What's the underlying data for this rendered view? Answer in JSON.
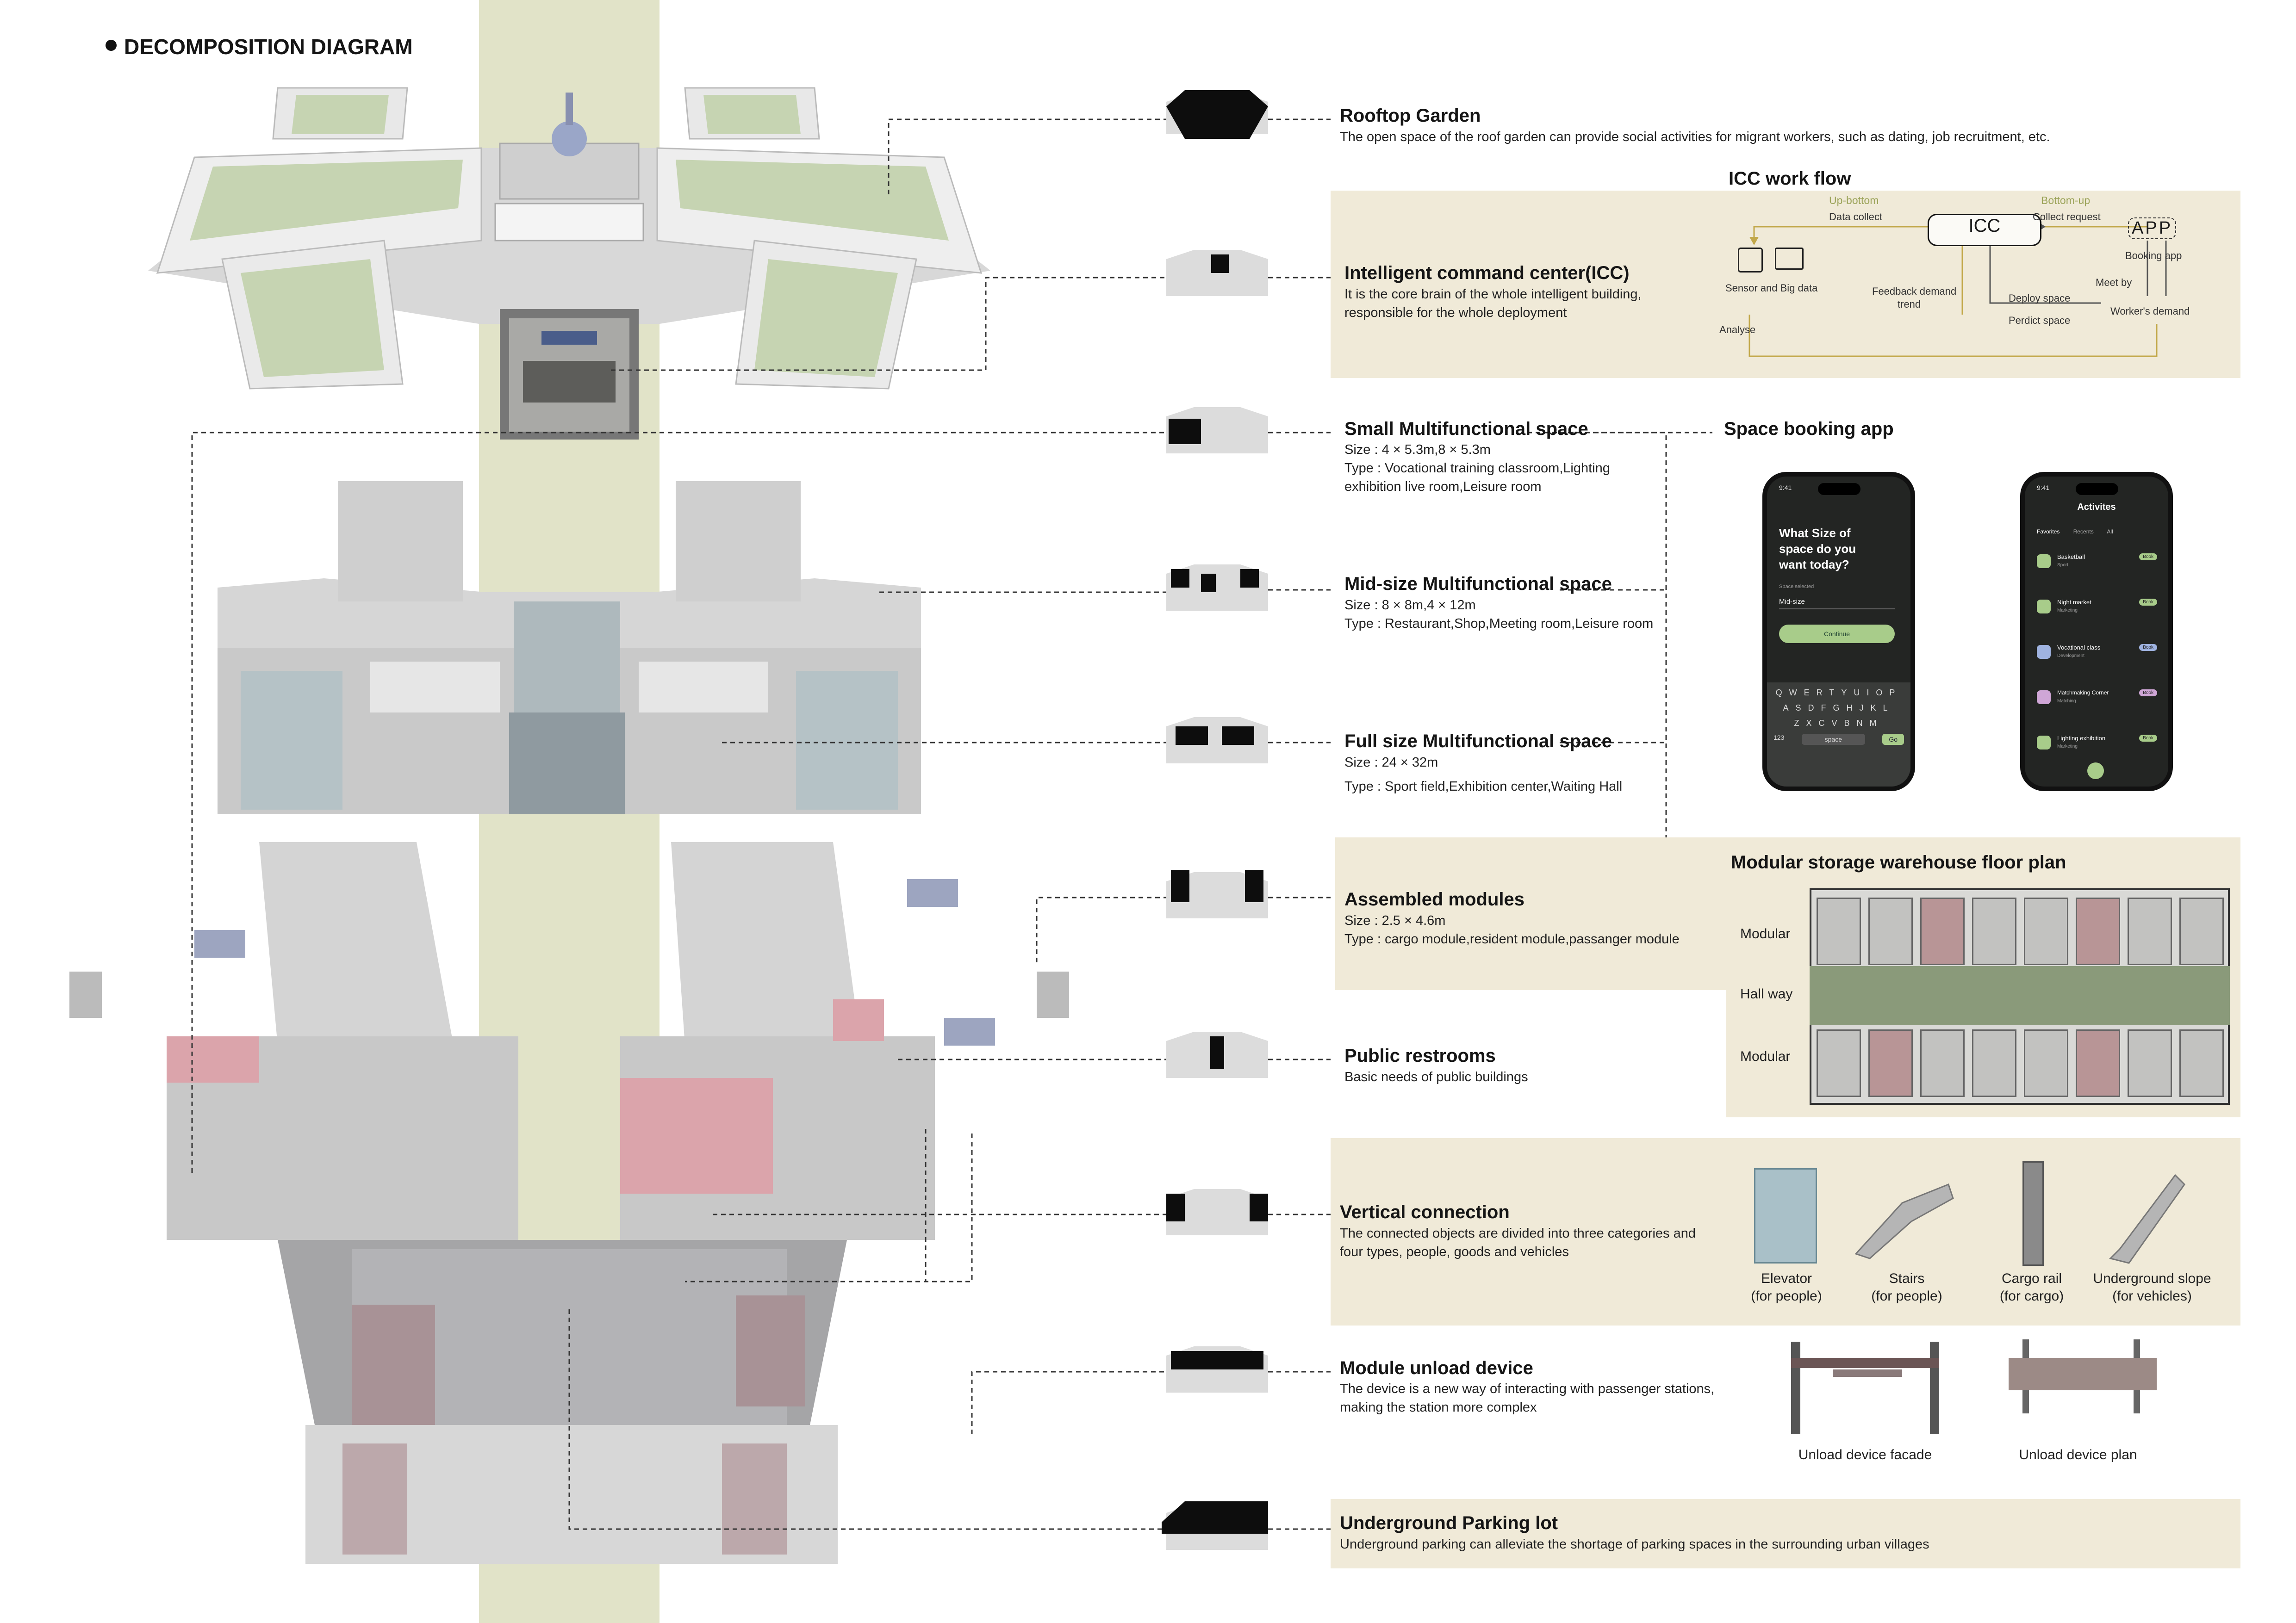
{
  "header": {
    "title": "DECOMPOSITION DIAGRAM"
  },
  "layers": [
    {
      "id": "rooftop",
      "title": "Rooftop Garden",
      "desc": "The open space of the roof garden can provide social activities for migrant workers, such as dating, job recruitment, etc."
    },
    {
      "id": "icc",
      "title": "Intelligent command center(ICC)",
      "desc": "It is the core brain of the whole intelligent building, responsible for the whole deployment"
    },
    {
      "id": "small",
      "title": "Small Multifunctional space",
      "lines": [
        "Size : 4 × 5.3m,8 × 5.3m",
        "Type : Vocational training classroom,Lighting",
        "exhibition live room,Leisure room"
      ]
    },
    {
      "id": "mid",
      "title": "Mid-size Multifunctional space",
      "lines": [
        "Size : 8 × 8m,4 × 12m",
        "Type : Restaurant,Shop,Meeting room,Leisure room"
      ]
    },
    {
      "id": "full",
      "title": "Full size Multifunctional space",
      "lines": [
        "Size : 24 × 32m",
        "Type : Sport field,Exhibition center,Waiting Hall"
      ]
    },
    {
      "id": "modules",
      "title": "Assembled modules",
      "lines": [
        "Size : 2.5 × 4.6m",
        "Type : cargo module,resident module,passanger module"
      ]
    },
    {
      "id": "restroom",
      "title": "Public restrooms",
      "desc": "Basic needs of public buildings"
    },
    {
      "id": "vertical",
      "title": "Vertical connection",
      "desc": "The connected objects are divided into three categories and four types, people, goods and vehicles"
    },
    {
      "id": "unload",
      "title": "Module unload device",
      "desc": "The device is a new way of interacting with passenger stations, making the station more complex"
    },
    {
      "id": "parking",
      "title": "Underground Parking lot",
      "desc": "Underground parking can alleviate the shortage of parking spaces in the surrounding urban villages"
    }
  ],
  "icc_workflow": {
    "title": "ICC work flow",
    "icc": "ICC",
    "app": "APP",
    "up_bottom": "Up-bottom",
    "bottom_up": "Bottom-up",
    "data_collect": "Data collect",
    "collect_request": "Collect request",
    "sensor": "Sensor and Big data",
    "booking_app": "Booking app",
    "feedback": "Feedback demand",
    "trend": "trend",
    "meet_by": "Meet by",
    "deploy": "Deploy space",
    "predict": "Perdict space",
    "worker_demand": "Worker's demand",
    "analyse": "Analyse"
  },
  "booking_app": {
    "title": "Space booking app",
    "phone1": {
      "time": "9:41",
      "question": "What Size of space do you want today?",
      "field_label": "Space selected",
      "field_value": "Mid-size",
      "button": "Continue",
      "keys": [
        "QWERTYUIOP",
        "ASDFGHJKL",
        "ZXCVBNM"
      ],
      "k123": "123",
      "space": "space",
      "go": "Go"
    },
    "phone2": {
      "time": "9:41",
      "title": "Activites",
      "tabs": [
        "Favorites",
        "Recents",
        "All"
      ],
      "items": [
        {
          "name": "Basketball",
          "sub": "Sport",
          "tag": "Book",
          "color": "#a8cc8a"
        },
        {
          "name": "Night market",
          "sub": "Marketing",
          "tag": "Book",
          "color": "#a8cc8a"
        },
        {
          "name": "Vocational class",
          "sub": "Development",
          "tag": "Book",
          "color": "#9fb3e0"
        },
        {
          "name": "Matchmaking Corner",
          "sub": "Matching",
          "tag": "Book",
          "color": "#cfa6d6"
        },
        {
          "name": "Lighting exhibition",
          "sub": "Marketing",
          "tag": "Book",
          "color": "#a8cc8a"
        }
      ]
    }
  },
  "warehouse": {
    "title": "Modular storage warehouse floor plan",
    "modular_top": "Modular",
    "hallway": "Hall way",
    "modular_bottom": "Modular"
  },
  "vertical_items": [
    {
      "name": "Elevator",
      "sub": "(for people)"
    },
    {
      "name": "Stairs",
      "sub": "(for people)"
    },
    {
      "name": "Cargo rail",
      "sub": "(for cargo)"
    },
    {
      "name": "Underground slope",
      "sub": "(for vehicles)"
    }
  ],
  "unload_items": {
    "facade": "Unload device facade",
    "plan": "Unload device plan"
  },
  "colors": {
    "band": "#e1e3c8",
    "panel": "#f0ead8",
    "green": "#aab98e",
    "hall": "#8a9a7a",
    "accent": "#a8cc8a",
    "pink": "#d9a0a6"
  }
}
